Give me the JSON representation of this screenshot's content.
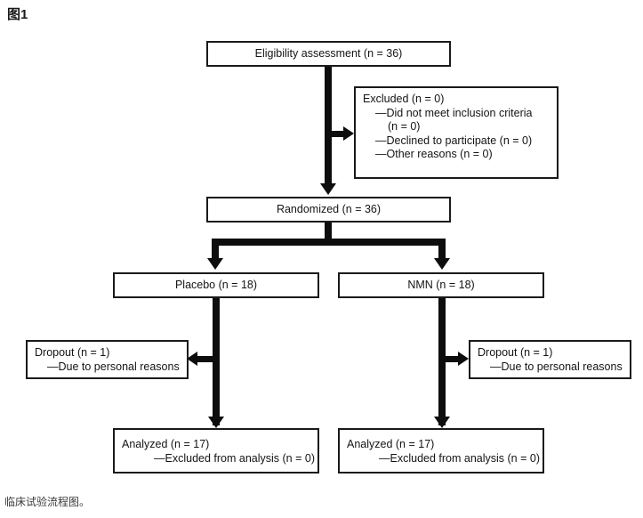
{
  "figure": {
    "title": "图1",
    "caption": "临床试验流程图。",
    "type": "consort-flow-diagram",
    "line_color": "#0d0d0d",
    "box_border_color": "#1a1a1a",
    "background": "#ffffff"
  },
  "nodes": {
    "eligibility": {
      "lines": [
        "Eligibility assessment (n = 36)"
      ]
    },
    "excluded": {
      "lines": [
        "Excluded (n = 0)",
        "—Did not meet inclusion criteria",
        "(n = 0)",
        "—Declined to participate (n = 0)",
        "—Other reasons (n = 0)"
      ]
    },
    "randomized": {
      "lines": [
        "Randomized (n = 36)"
      ]
    },
    "placebo": {
      "lines": [
        "Placebo (n = 18)"
      ]
    },
    "nmn": {
      "lines": [
        "NMN (n = 18)"
      ]
    },
    "dropout_left": {
      "lines": [
        "Dropout (n = 1)",
        "—Due to personal reasons"
      ]
    },
    "dropout_right": {
      "lines": [
        "Dropout (n = 1)",
        "—Due to personal reasons"
      ]
    },
    "analyzed_left": {
      "lines": [
        "Analyzed (n = 17)",
        "—Excluded from analysis (n = 0)"
      ]
    },
    "analyzed_right": {
      "lines": [
        "Analyzed (n = 17)",
        "—Excluded from analysis (n = 0)"
      ]
    }
  },
  "chart_data": {
    "type": "diagram",
    "title": "图1",
    "caption": "临床试验流程图。",
    "flow": [
      {
        "step": "Eligibility assessment",
        "n": 36
      },
      {
        "step": "Excluded",
        "n": 0,
        "reasons": [
          {
            "label": "Did not meet inclusion criteria",
            "n": 0
          },
          {
            "label": "Declined to participate",
            "n": 0
          },
          {
            "label": "Other reasons",
            "n": 0
          }
        ]
      },
      {
        "step": "Randomized",
        "n": 36
      },
      {
        "step": "Placebo",
        "n": 18,
        "arm": "placebo"
      },
      {
        "step": "NMN",
        "n": 18,
        "arm": "nmn"
      },
      {
        "step": "Dropout",
        "n": 1,
        "arm": "placebo",
        "reason": "Due to personal reasons"
      },
      {
        "step": "Dropout",
        "n": 1,
        "arm": "nmn",
        "reason": "Due to personal reasons"
      },
      {
        "step": "Analyzed",
        "n": 17,
        "arm": "placebo",
        "excluded_from_analysis": 0
      },
      {
        "step": "Analyzed",
        "n": 17,
        "arm": "nmn",
        "excluded_from_analysis": 0
      }
    ]
  }
}
